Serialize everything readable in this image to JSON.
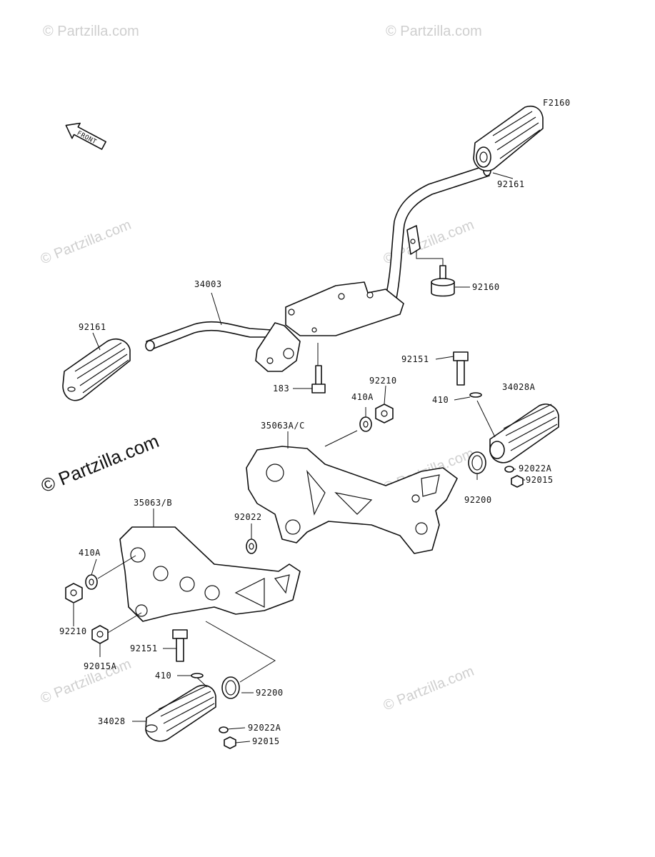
{
  "figure_code": "F2160",
  "front_arrow_text": "FRONT",
  "watermark_text": "© Partzilla.com",
  "parts": {
    "p92161_right": "92161",
    "p92160": "92160",
    "p34003": "34003",
    "p92161_left": "92161",
    "p183": "183",
    "p92151_right": "92151",
    "p92210_right": "92210",
    "p410A_right": "410A",
    "p34028A": "34028A",
    "p410_right": "410",
    "p35063AC": "35063A/C",
    "p92022A_right": "92022A",
    "p92015_right": "92015",
    "p92200_right": "92200",
    "p35063B": "35063/B",
    "p92022": "92022",
    "p410A_left": "410A",
    "p92210_left": "92210",
    "p92015A": "92015A",
    "p92151_left": "92151",
    "p410_left": "410",
    "p92200_left": "92200",
    "p34028": "34028",
    "p92022A_left": "92022A",
    "p92015_left": "92015"
  }
}
